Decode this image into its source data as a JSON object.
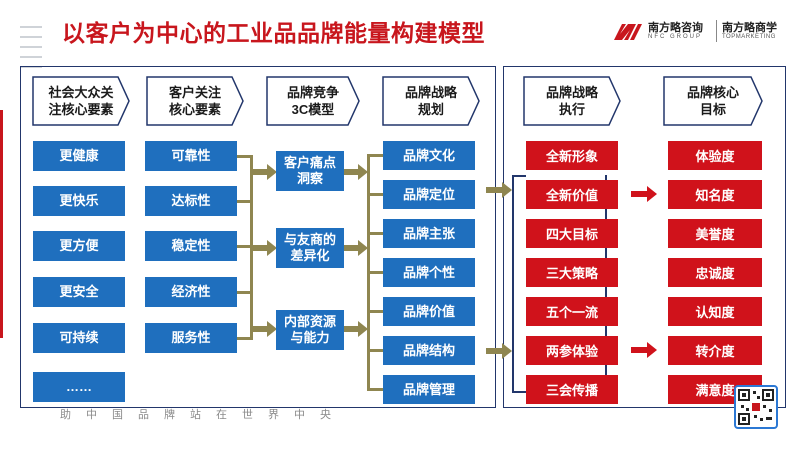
{
  "title": "以客户为中心的工业品品牌能量构建模型",
  "logo": {
    "left_cn": "南方略咨询",
    "left_en": "NFC GROUP",
    "right_cn": "南方略商学",
    "right_en": "TOPMARKETING"
  },
  "columns": [
    {
      "header": "社会大众关\n注核心要素"
    },
    {
      "header": "客户关注\n核心要素"
    },
    {
      "header": "品牌竞争\n3C模型"
    },
    {
      "header": "品牌战略\n规划"
    },
    {
      "header": "品牌战略\n执行"
    },
    {
      "header": "品牌核心\n目标"
    }
  ],
  "col1_items": [
    "更健康",
    "更快乐",
    "更方便",
    "更安全",
    "可持续",
    "……"
  ],
  "col2_items": [
    "可靠性",
    "达标性",
    "稳定性",
    "经济性",
    "服务性"
  ],
  "col3_items": [
    "客户痛点\n洞察",
    "与友商的\n差异化",
    "内部资源\n与能力"
  ],
  "col4_items": [
    "品牌文化",
    "品牌定位",
    "品牌主张",
    "品牌个性",
    "品牌价值",
    "品牌结构",
    "品牌管理"
  ],
  "col5_items": [
    "全新形象",
    "全新价值",
    "四大目标",
    "三大策略",
    "五个一流",
    "两参体验",
    "三会传播"
  ],
  "col6_items": [
    "体验度",
    "知名度",
    "美誉度",
    "忠诚度",
    "认知度",
    "转介度",
    "满意度"
  ],
  "footer_text": "助中国品牌站在世界中央",
  "colors": {
    "title_red": "#c8161d",
    "box_blue": "#1f6fbe",
    "box_red": "#d0121b",
    "arrow_olive": "#8f8650",
    "frame_navy": "#22366b"
  }
}
